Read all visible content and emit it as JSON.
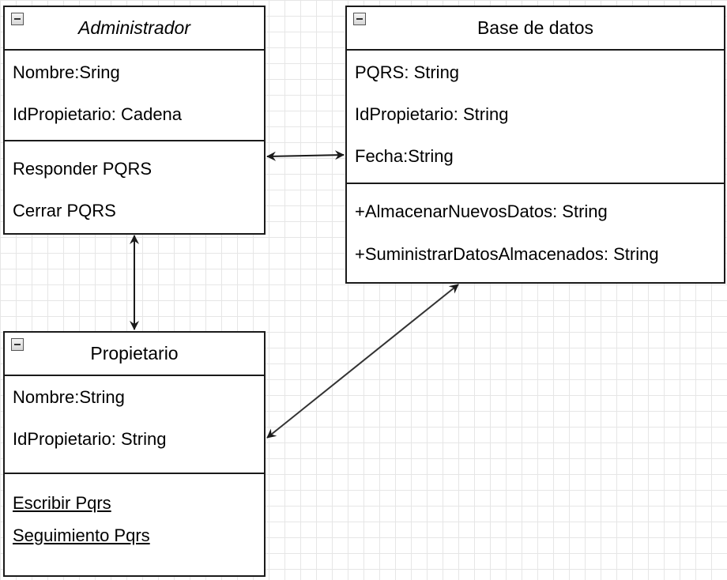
{
  "classes": {
    "administrador": {
      "name": "Administrador",
      "attributes": [
        "Nombre:Sring",
        "IdPropietario: Cadena"
      ],
      "methods": [
        "Responder PQRS",
        "Cerrar PQRS"
      ]
    },
    "base_de_datos": {
      "name": "Base de datos",
      "attributes": [
        "PQRS: String",
        "IdPropietario: String",
        "Fecha:String"
      ],
      "methods": [
        "+AlmacenarNuevosDatos: String",
        "+SuministrarDatosAlmacenados: String"
      ]
    },
    "propietario": {
      "name": "Propietario",
      "attributes": [
        "Nombre:String",
        "IdPropietario: String"
      ],
      "methods": [
        "Escribir Pqrs",
        "Seguimiento Pqrs"
      ]
    }
  },
  "relations": [
    {
      "from": "Administrador",
      "to": "Base de datos",
      "arrows": "both"
    },
    {
      "from": "Administrador",
      "to": "Propietario",
      "arrows": "both"
    },
    {
      "from": "Propietario",
      "to": "Base de datos",
      "arrows": "both"
    }
  ],
  "colors": {
    "border": "#1a1a1a",
    "grid": "#e6e6e6",
    "background": "#ffffff"
  }
}
